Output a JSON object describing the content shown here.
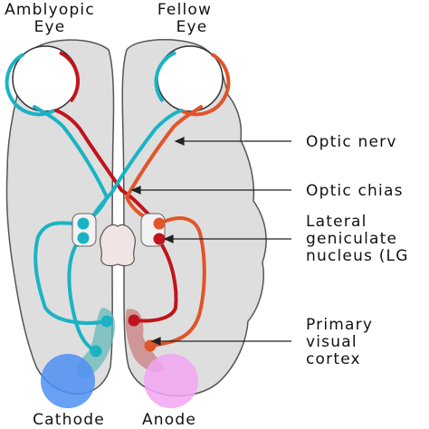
{
  "eyes": {
    "left_line1": "Amblyopic",
    "left_line2": "Eye",
    "right_line1": "Fellow",
    "right_line2": "Eye"
  },
  "labels": {
    "optic_nerve": "Optic nerv",
    "optic_chiasm": "Optic chias",
    "lgn_line1": "Lateral",
    "lgn_line2": "geniculate",
    "lgn_line3": "nucleus (LG",
    "v1_line1": "Primary",
    "v1_line2": "visual",
    "v1_line3": "cortex"
  },
  "electrodes": {
    "cathode": "Cathode",
    "anode": "Anode"
  },
  "colors": {
    "brain_fill": "#dedede",
    "brain_stroke": "#555555",
    "amblyopic_pathway": "#1ab3c4",
    "fellow_pathway": "#e0552a",
    "fellow_crossing": "#c0141c",
    "cathode": "#4d8ff5",
    "anode": "#f3a4f3",
    "cortex_teal": "#5fb8b8",
    "cortex_red": "#c77777"
  }
}
